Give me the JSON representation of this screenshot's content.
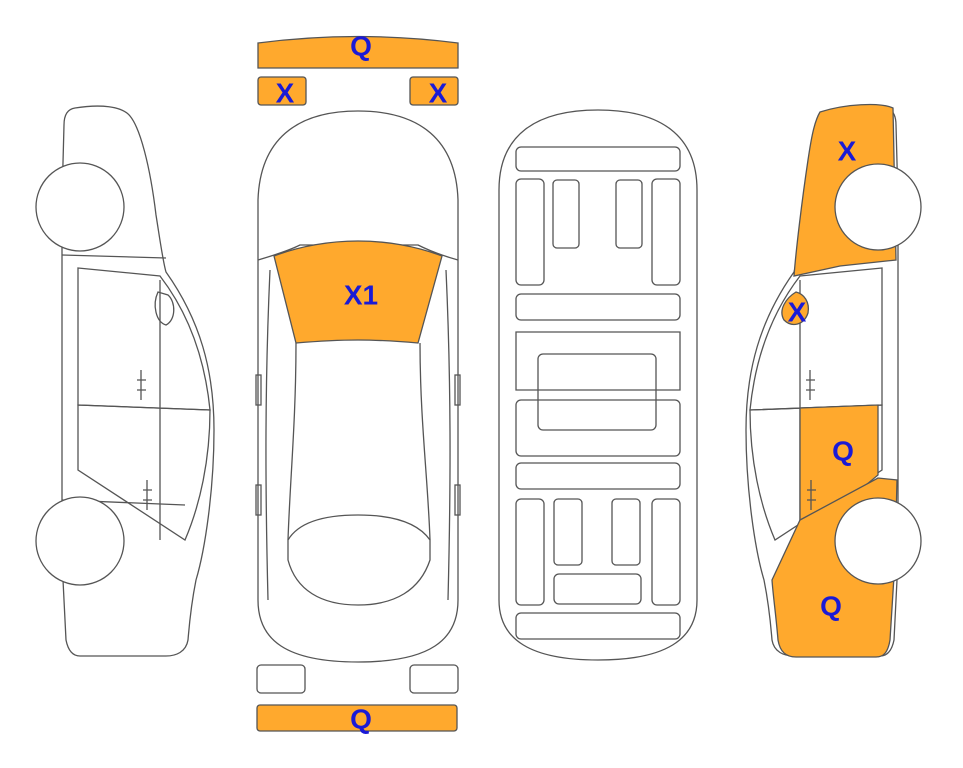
{
  "colors": {
    "damage_fill": "#ffa92d",
    "label_text": "#1a1ad6",
    "outline": "#555555",
    "panel_fill": "#ffffff"
  },
  "diagram": {
    "views": [
      "left-side",
      "top",
      "underbody",
      "right-side"
    ],
    "marked_panels": [
      {
        "panel": "front-bumper-top",
        "code": "Q"
      },
      {
        "panel": "headlight-left-top",
        "code": "X"
      },
      {
        "panel": "headlight-right-top",
        "code": "X"
      },
      {
        "panel": "windshield",
        "code": "X1"
      },
      {
        "panel": "rear-bumper-top",
        "code": "Q"
      },
      {
        "panel": "right-front-fender",
        "code": "X"
      },
      {
        "panel": "right-mirror",
        "code": "X"
      },
      {
        "panel": "right-rear-door",
        "code": "Q"
      },
      {
        "panel": "right-rear-quarter",
        "code": "Q"
      }
    ]
  },
  "labels": {
    "front_bumper": "Q",
    "headlight_left": "X",
    "headlight_right": "X",
    "windshield": "X1",
    "rear_bumper": "Q",
    "right_front_fender": "X",
    "right_mirror": "X",
    "right_rear_door": "Q",
    "right_rear_quarter": "Q"
  }
}
